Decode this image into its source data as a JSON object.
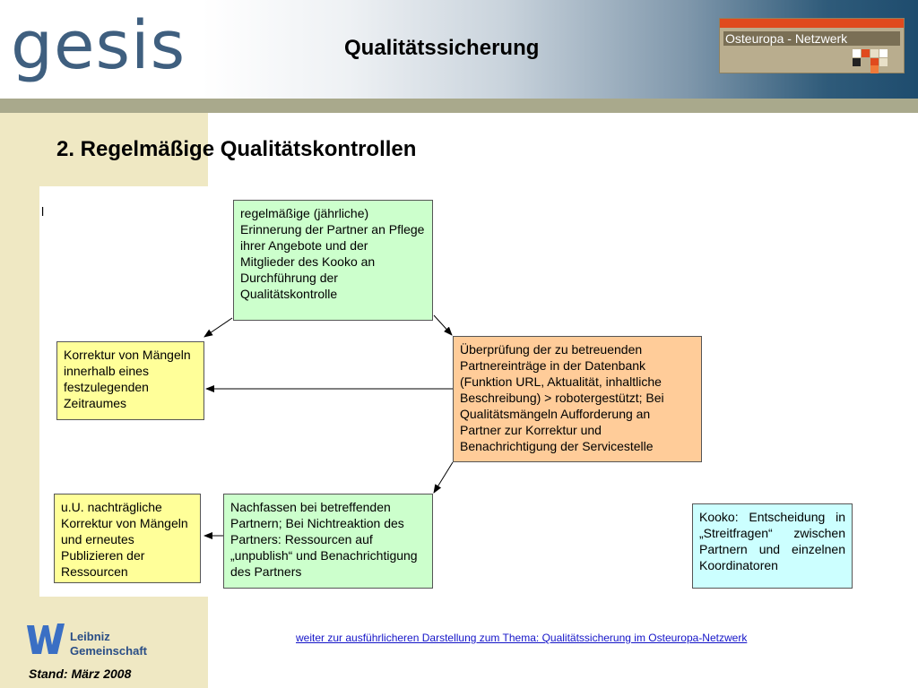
{
  "header": {
    "logo_text": "gesis",
    "title": "Qualitätssicherung",
    "partner_logo_text": "Osteuropa - Netzwerk"
  },
  "page": {
    "title": "2. Regelmäßige Qualitätskontrollen",
    "marker": "l"
  },
  "boxes": {
    "reminder": "regelmäßige (jährliche) Erinnerung der Partner an Pflege ihrer Angebote und der Mitglieder des Kooko an Durchführung der Qualitätskontrolle",
    "correction": "Korrektur von Mängeln innerhalb eines festzulegenden Zeitraumes",
    "review": "Überprüfung der zu betreuenden Partnereinträge in der Datenbank (Funktion URL, Aktualität, inhaltliche Beschreibung) > robotergestützt; Bei Qualitätsmängeln Aufforderung an Partner zur Korrektur und Benachrichtigung der Servicestelle",
    "followup": "Nachfassen bei betreffenden Partnern; Bei Nichtreaktion des Partners: Ressourcen auf „unpublish“ und Benachrichtigung des Partners",
    "late_correction": "u.U. nachträgliche Korrektur von Mängeln und erneutes Publizieren der Ressourcen",
    "kooko_note": "Kooko: Entscheidung in „Streitfragen“ zwischen Partnern und einzelnen Koordinatoren"
  },
  "footer": {
    "link": "weiter zur ausführlicheren Darstellung zum Thema: Qualitätssicherung im Osteuropa-Netzwerk",
    "leibniz_line1": "Leibniz",
    "leibniz_line2": "Gemeinschaft",
    "stand": "Stand: März 2008"
  },
  "colors": {
    "green_box": "#ccffcc",
    "yellow_box": "#ffff99",
    "orange_box": "#ffcc99",
    "cyan_box": "#ccffff",
    "link": "#1414c8"
  }
}
